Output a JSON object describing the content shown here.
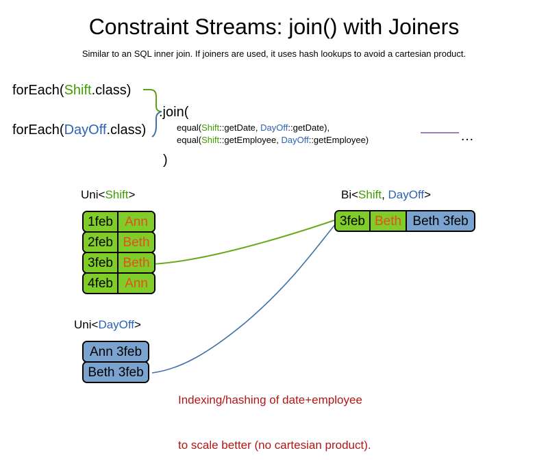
{
  "slide": {
    "title": "Constraint Streams: join() with Joiners",
    "subtitle": "Similar to an SQL inner join. If joiners are used, it uses hash lookups to avoid a cartesian product."
  },
  "code": {
    "foreach_shift": {
      "prefix": "forEach(",
      "type": "Shift",
      "suffix": ".class)"
    },
    "foreach_dayoff": {
      "prefix": "forEach(",
      "type": "DayOff",
      "suffix": ".class)"
    },
    "join_open": ".join(",
    "join_close": ")",
    "joiner_line_1": {
      "fn": "equal(",
      "left_type": "Shift",
      "left_ref": "::getDate, ",
      "right_type": "DayOff",
      "right_ref": "::getDate),"
    },
    "joiner_line_2": {
      "fn": "equal(",
      "left_type": "Shift",
      "left_ref": "::getEmployee, ",
      "right_type": "DayOff",
      "right_ref": "::getEmployee)"
    },
    "ellipsis": "…"
  },
  "labels": {
    "uni_shift": {
      "prefix": "Uni<",
      "type": "Shift",
      "suffix": ">"
    },
    "uni_dayoff": {
      "prefix": "Uni<",
      "type": "DayOff",
      "suffix": ">"
    },
    "bi": {
      "prefix": "Bi<",
      "type_a": "Shift",
      "sep": ", ",
      "type_b": "DayOff",
      "suffix": ">"
    }
  },
  "streams": {
    "uni_shift_rows": [
      {
        "date": "1feb",
        "employee": "Ann"
      },
      {
        "date": "2feb",
        "employee": "Beth"
      },
      {
        "date": "3feb",
        "employee": "Beth"
      },
      {
        "date": "4feb",
        "employee": "Ann"
      }
    ],
    "uni_dayoff_rows": [
      {
        "text": "Ann 3feb"
      },
      {
        "text": "Beth 3feb"
      }
    ],
    "bi_row": {
      "date": "3feb",
      "employee": "Beth",
      "dayoff": "Beth 3feb"
    }
  },
  "caption": {
    "line1": "Indexing/hashing of date+employee",
    "line2": "to scale better (no cartesian product)."
  },
  "colors": {
    "shift_green": "#80cc28",
    "dayoff_blue": "#7ba3d0",
    "shift_type_text": "#3f9c00",
    "dayoff_type_text": "#2b62b4",
    "employee_text": "#e3511e",
    "caption_red": "#b01616",
    "connector_green": "#5ba017",
    "connector_blue": "#3f6fa8",
    "rule_purple": "#9b7fae"
  }
}
